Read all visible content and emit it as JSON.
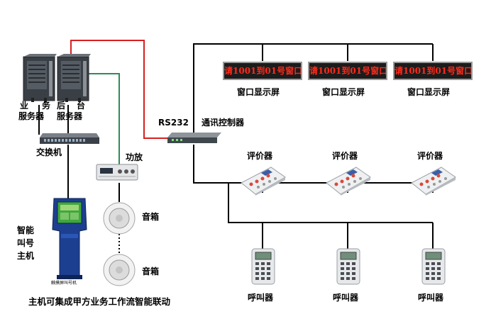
{
  "servers": {
    "business_server": [
      "业",
      "服务器"
    ],
    "business_server_top_right": "务",
    "backend_server_top": [
      "后",
      "台"
    ],
    "backend_server_bottom": "服务器"
  },
  "switch_label": "交换机",
  "amplifier_label": "功放",
  "speaker_labels": [
    "音箱",
    "音箱"
  ],
  "kiosk_label": [
    "智能",
    "叫号",
    "主机"
  ],
  "kiosk_screen_text": "触摸屏叫号机",
  "rs232_label": "RS232",
  "controller_label": "通讯控制器",
  "window_displays": [
    {
      "text": "请1001到01号窗口",
      "label": "窗口显示屏"
    },
    {
      "text": "请1001到01号窗口",
      "label": "窗口显示屏"
    },
    {
      "text": "请1001到01号窗口",
      "label": "窗口显示屏"
    }
  ],
  "evaluators": [
    "评价器",
    "评价器",
    "评价器"
  ],
  "callers": [
    "呼叫器",
    "呼叫器",
    "呼叫器"
  ],
  "bottom_note": "主机可集成甲方业务工作流智能联动",
  "colors": {
    "red_wire": "#d81f1f",
    "green_wire": "#2e8b57",
    "black_wire": "#000000",
    "led_text": "#ff2a1a"
  }
}
